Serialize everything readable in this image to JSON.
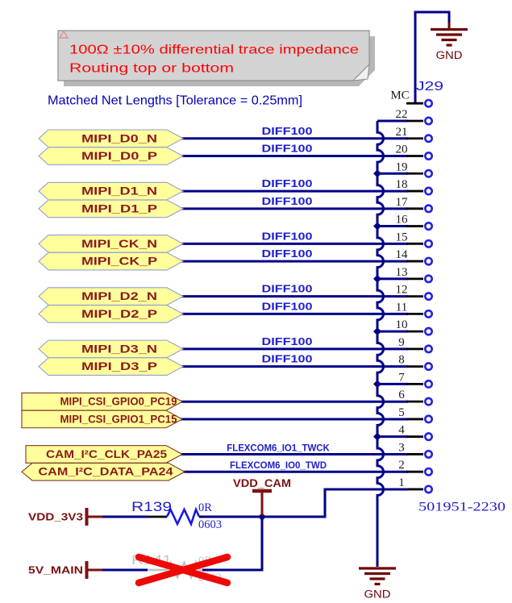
{
  "note": {
    "line1": "100Ω ±10% differential trace impedance",
    "line2": "Routing top or bottom"
  },
  "title": "Matched Net Lengths [Tolerance = 0.25mm]",
  "connector": {
    "designator": "J29",
    "part_number": "501951-2230",
    "mechanical_pin": "MC",
    "pins": [
      {
        "number": "22",
        "net": "GND"
      },
      {
        "number": "21",
        "net": "MIPI_D0_N"
      },
      {
        "number": "20",
        "net": "MIPI_D0_P"
      },
      {
        "number": "19",
        "net": "GND"
      },
      {
        "number": "18",
        "net": "MIPI_D1_N"
      },
      {
        "number": "17",
        "net": "MIPI_D1_P"
      },
      {
        "number": "16",
        "net": "GND"
      },
      {
        "number": "15",
        "net": "MIPI_CK_N"
      },
      {
        "number": "14",
        "net": "MIPI_CK_P"
      },
      {
        "number": "13",
        "net": "GND"
      },
      {
        "number": "12",
        "net": "MIPI_D2_N"
      },
      {
        "number": "11",
        "net": "MIPI_D2_P"
      },
      {
        "number": "10",
        "net": "GND"
      },
      {
        "number": "9",
        "net": "MIPI_D3_N"
      },
      {
        "number": "8",
        "net": "MIPI_D3_P"
      },
      {
        "number": "7",
        "net": "GND"
      },
      {
        "number": "6",
        "net": "MIPI_CSI_GPIO0_PC19"
      },
      {
        "number": "5",
        "net": "MIPI_CSI_GPIO1_PC15"
      },
      {
        "number": "4",
        "net": "GND"
      },
      {
        "number": "3",
        "net": "CAM_I2C_CLK_PA25"
      },
      {
        "number": "2",
        "net": "CAM_I2C_DATA_PA24"
      },
      {
        "number": "1",
        "net": "VDD_CAM"
      }
    ]
  },
  "ports": [
    {
      "label": "MIPI_D0_N",
      "pin": 21,
      "direction": "bidirectional",
      "wire_class": "DIFF100"
    },
    {
      "label": "MIPI_D0_P",
      "pin": 20,
      "direction": "bidirectional",
      "wire_class": "DIFF100"
    },
    {
      "label": "MIPI_D1_N",
      "pin": 18,
      "direction": "bidirectional",
      "wire_class": "DIFF100"
    },
    {
      "label": "MIPI_D1_P",
      "pin": 17,
      "direction": "bidirectional",
      "wire_class": "DIFF100"
    },
    {
      "label": "MIPI_CK_N",
      "pin": 15,
      "direction": "bidirectional",
      "wire_class": "DIFF100"
    },
    {
      "label": "MIPI_CK_P",
      "pin": 14,
      "direction": "bidirectional",
      "wire_class": "DIFF100"
    },
    {
      "label": "MIPI_D2_N",
      "pin": 12,
      "direction": "bidirectional",
      "wire_class": "DIFF100"
    },
    {
      "label": "MIPI_D2_P",
      "pin": 11,
      "direction": "bidirectional",
      "wire_class": "DIFF100"
    },
    {
      "label": "MIPI_D3_N",
      "pin": 9,
      "direction": "bidirectional",
      "wire_class": "DIFF100"
    },
    {
      "label": "MIPI_D3_P",
      "pin": 8,
      "direction": "bidirectional",
      "wire_class": "DIFF100"
    },
    {
      "label": "MIPI_CSI_GPIO0_PC19",
      "pin": 6,
      "direction": "output"
    },
    {
      "label": "MIPI_CSI_GPIO1_PC15",
      "pin": 5,
      "direction": "output"
    },
    {
      "label": "CAM_I²C_CLK_PA25",
      "pin": 3,
      "direction": "output",
      "net_name": "FLEXCOM6_IO1_TWCK"
    },
    {
      "label": "CAM_I²C_DATA_PA24",
      "pin": 2,
      "direction": "bidirectional",
      "net_name": "FLEXCOM6_IO0_TWD"
    }
  ],
  "power": {
    "gnd_label": "GND",
    "vdd_cam_label": "VDD_CAM",
    "rails": [
      {
        "name": "VDD_3V3",
        "resistor": {
          "designator": "R139",
          "value": "0R",
          "footprint": "0603",
          "fitted": true
        }
      },
      {
        "name": "5V_MAIN",
        "resistor": {
          "designator": "R141",
          "value": "0R",
          "footprint": "0603",
          "fitted": false
        }
      }
    ]
  },
  "colors": {
    "wire": "#000087",
    "blue_text": "#2020CC",
    "bright_blue": "#2222DD",
    "title_blue": "#0202B8",
    "maroon": "#7C1212",
    "gnd_symbol": "#6E0505",
    "label_fill": "#FFFF9C",
    "label_border_blue": "#8FA0D0",
    "label_border_maroon": "#7A3525",
    "note_fill": "#D3D3D3",
    "note_text": "#FA0505",
    "dnp_gray": "#C3C3C3",
    "dnp_cross": "#EE0909",
    "pin_number": "#1A1A1A"
  }
}
